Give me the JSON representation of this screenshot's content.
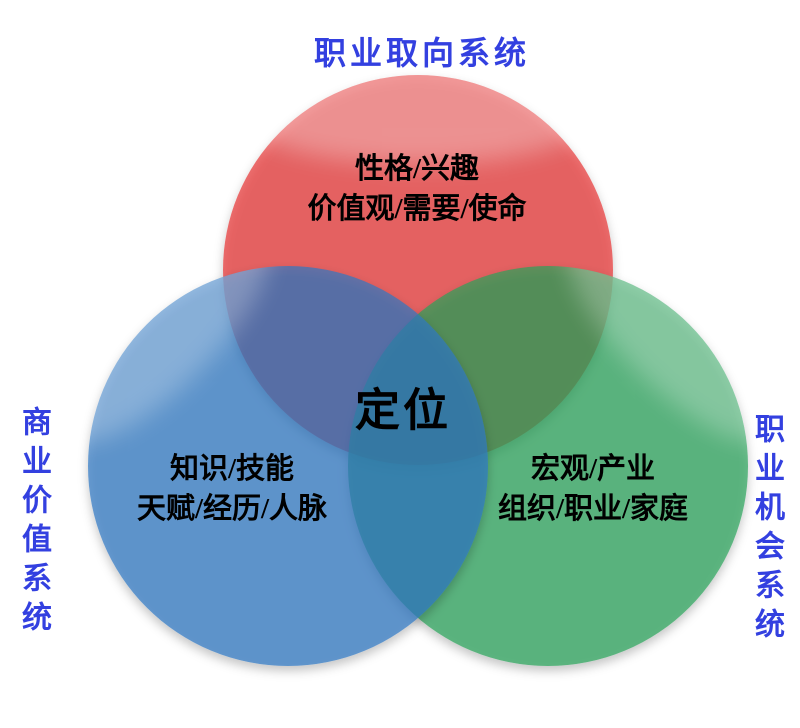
{
  "diagram": {
    "type": "venn-3",
    "top_system_label": "职业取向系统",
    "left_system_label": "商业价值系统",
    "right_system_label": "职业机会系统",
    "center_label": "定位",
    "system_label_color": "#3340E0",
    "inner_text_color": "#000000",
    "background_color": "#FFFFFF",
    "circles": {
      "top": {
        "system": "职业取向系统",
        "line1": "性格/兴趣",
        "line2": "价值观/需要/使命",
        "base_color": "#E53535",
        "observed_fill": "#ED7272"
      },
      "left": {
        "system": "商业价值系统",
        "line1": "知识/技能",
        "line2": "天赋/经历/人脉",
        "base_color": "#2D77C2",
        "observed_fill": "#6CA0D4"
      },
      "right": {
        "system": "职业机会系统",
        "line1": "宏观/产业",
        "line2": "组织/职业/家庭",
        "base_color": "#27A159",
        "observed_fill": "#68BD8B"
      }
    },
    "overlap_colors": {
      "top_left": "#6C6D9E",
      "top_right": "#66895A",
      "left_right": "#2F8CA6",
      "center": "#3D82A8"
    }
  }
}
